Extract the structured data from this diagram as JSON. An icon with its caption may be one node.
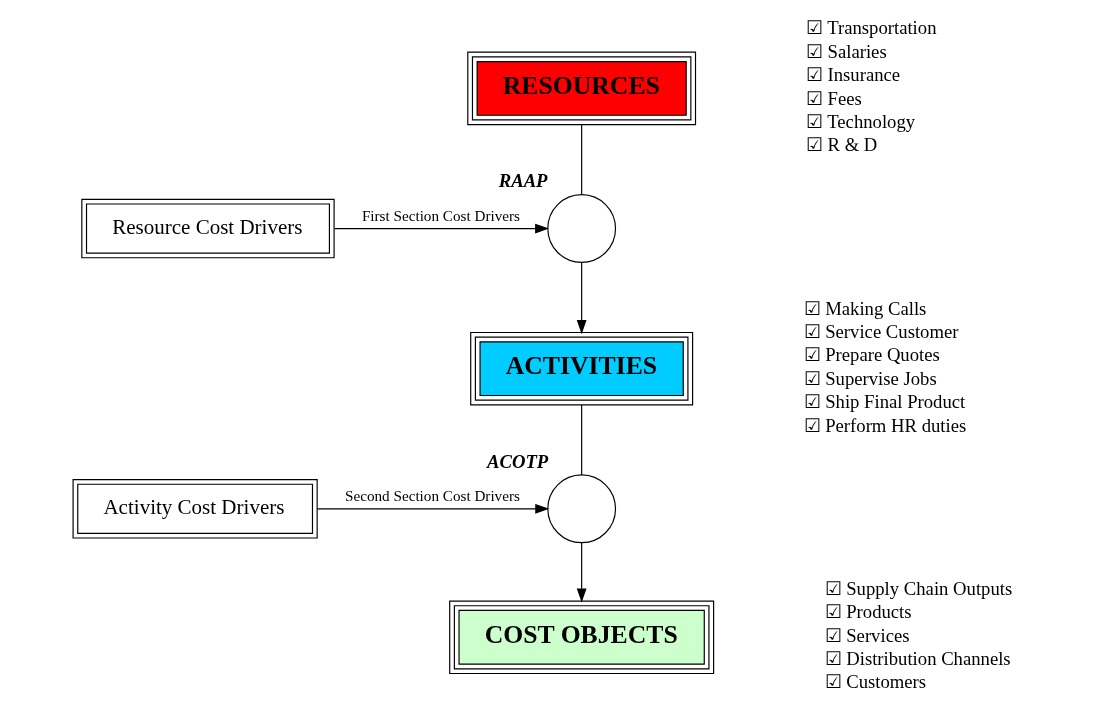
{
  "diagram": {
    "nodes": [
      {
        "text": [
          "RESOURCES"
        ]
      },
      {
        "text": [],
        "shape": "circle",
        "beside": [
          "RAAP"
        ]
      },
      {
        "text": [
          "ACTIVITIES"
        ]
      },
      {
        "text": [],
        "shape": "circle",
        "beside": [
          "ACOTP"
        ]
      },
      {
        "text": [
          "COST OBJECTS"
        ]
      },
      {
        "text": [
          "Resource Cost Drivers"
        ]
      },
      {
        "text": [
          "Activity Cost Drivers"
        ]
      }
    ],
    "edges": [
      {
        "from": 0,
        "to": 1,
        "arrow": "none"
      },
      {
        "from": 1,
        "to": 2,
        "arrow": "to"
      },
      {
        "from": 2,
        "to": 3,
        "arrow": "none"
      },
      {
        "from": 3,
        "to": 4,
        "arrow": "to"
      },
      {
        "from": 5,
        "to": 1,
        "arrow": "to",
        "label": "First Section Cost Drivers"
      },
      {
        "from": 6,
        "to": 3,
        "arrow": "to",
        "label": "Second Section Cost Drivers"
      }
    ],
    "labels": [
      "☑ Transportation",
      "☑ Salaries",
      "☑ Insurance",
      "☑ Fees",
      "☑ Technology",
      "☑ R & D",
      "☑ Making Calls",
      "☑ Service Customer",
      "☑ Prepare Quotes",
      "☑ Supervise Jobs",
      "☑ Ship Final Product",
      "☑ Perform HR duties",
      "☑ Supply Chain Outputs",
      "☑ Products",
      "☑ Services",
      "☑ Distribution Channels",
      "☑ Customers"
    ]
  }
}
